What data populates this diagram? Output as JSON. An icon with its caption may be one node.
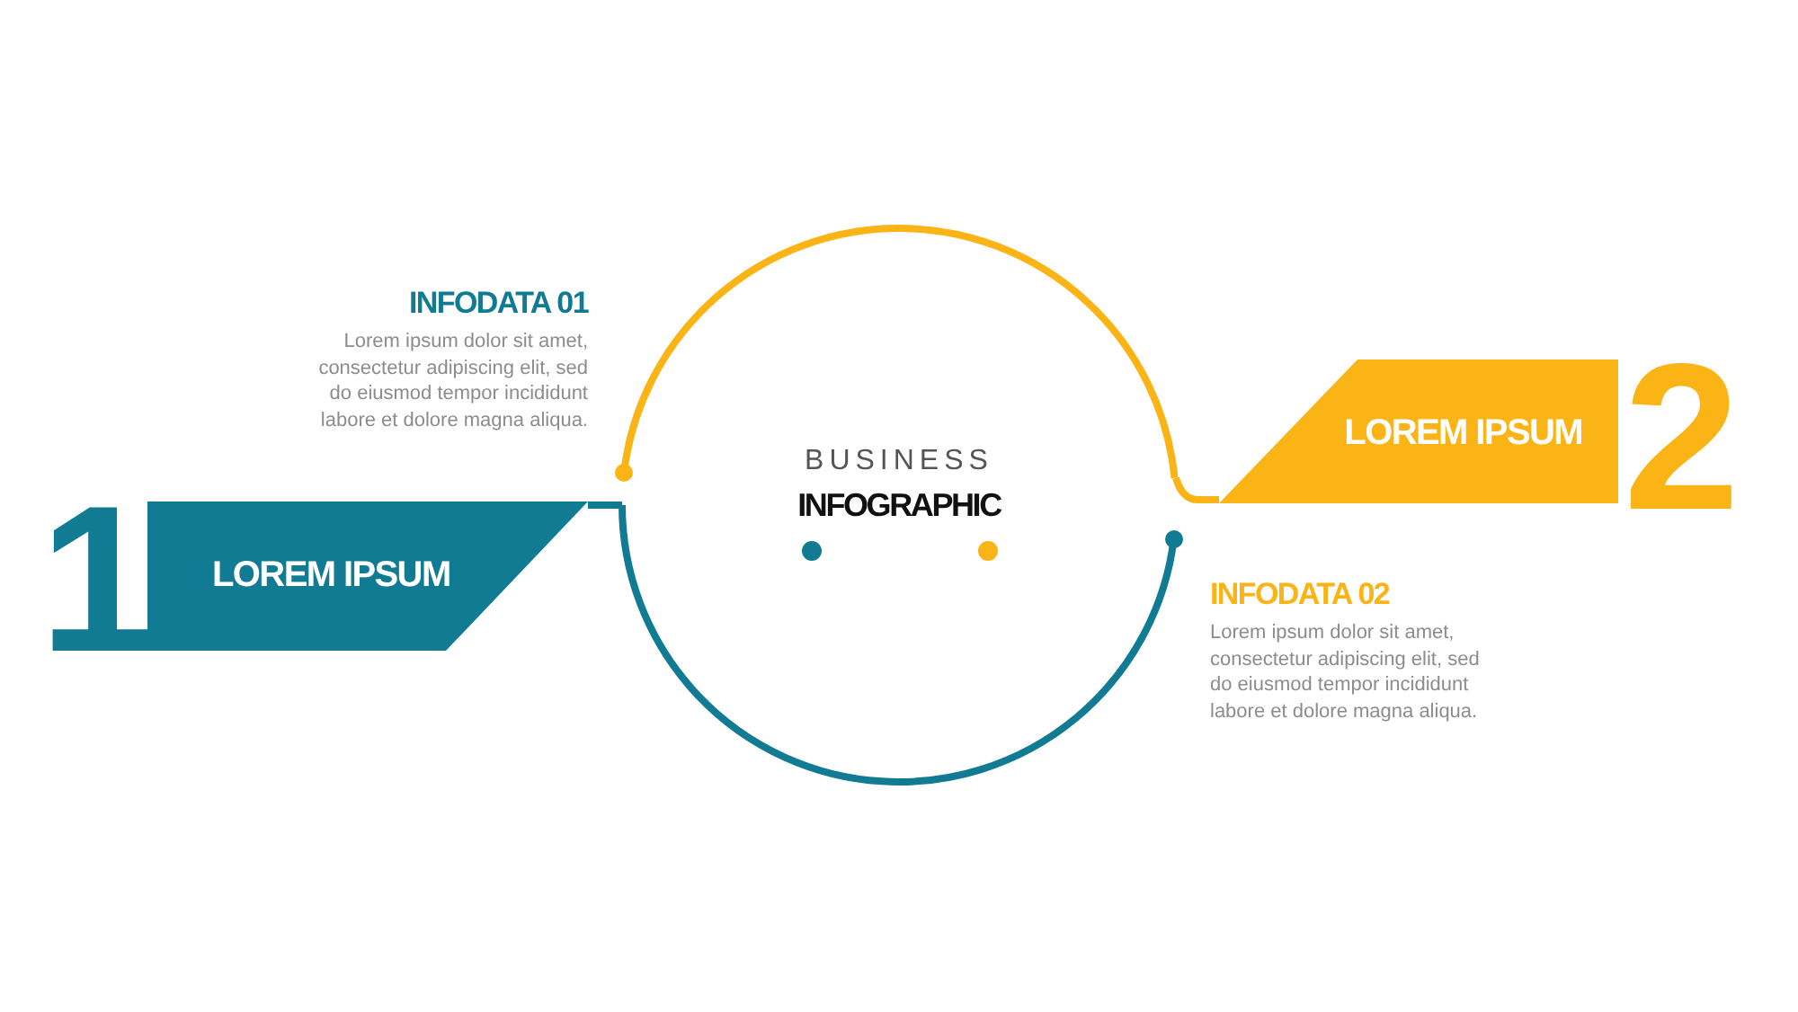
{
  "diagram": {
    "nodes": [
      {
        "text": [
          "LOREM IPSUM"
        ],
        "beside": [
          "1"
        ]
      },
      {
        "text": [
          "BUSINESS",
          "INFOGRAPHIC"
        ]
      },
      {
        "text": [
          "LOREM IPSUM"
        ],
        "beside": [
          "2"
        ]
      }
    ],
    "edges": [
      {
        "from": 0,
        "to": 1,
        "arrow": "none",
        "color": "#117b93"
      },
      {
        "from": 1,
        "to": 2,
        "arrow": "none",
        "color": "#fbb415"
      }
    ],
    "labels": [
      "INFODATA 01",
      "Lorem ipsum dolor sit amet, consectetur adipiscing elit, sed do eiusmod tempor incididunt labore et dolore magna aliqua.",
      "INFODATA 02",
      "Lorem ipsum dolor sit amet, consectetur adipiscing elit, sed do eiusmod tempor incididunt labore et dolore magna aliqua."
    ]
  }
}
